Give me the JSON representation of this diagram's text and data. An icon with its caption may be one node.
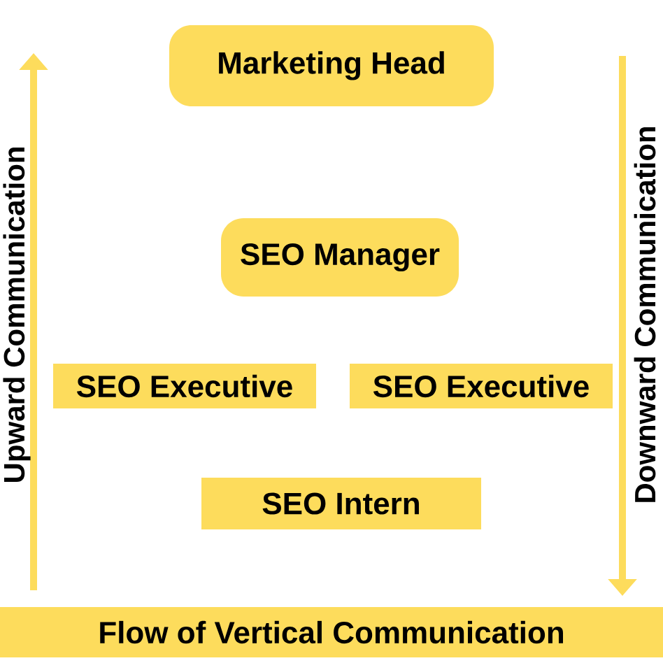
{
  "diagram": {
    "nodes": [
      {
        "text": [
          "Marketing Head"
        ]
      },
      {
        "text": [
          "SEO Manager"
        ]
      },
      {
        "text": [
          "SEO Executive"
        ]
      },
      {
        "text": [
          "SEO Executive"
        ]
      },
      {
        "text": [
          "SEO Intern"
        ]
      },
      {
        "text": [
          "Flow of Vertical Communication"
        ]
      }
    ],
    "labels": [
      "Upward Communication",
      "Downward Communication"
    ]
  }
}
